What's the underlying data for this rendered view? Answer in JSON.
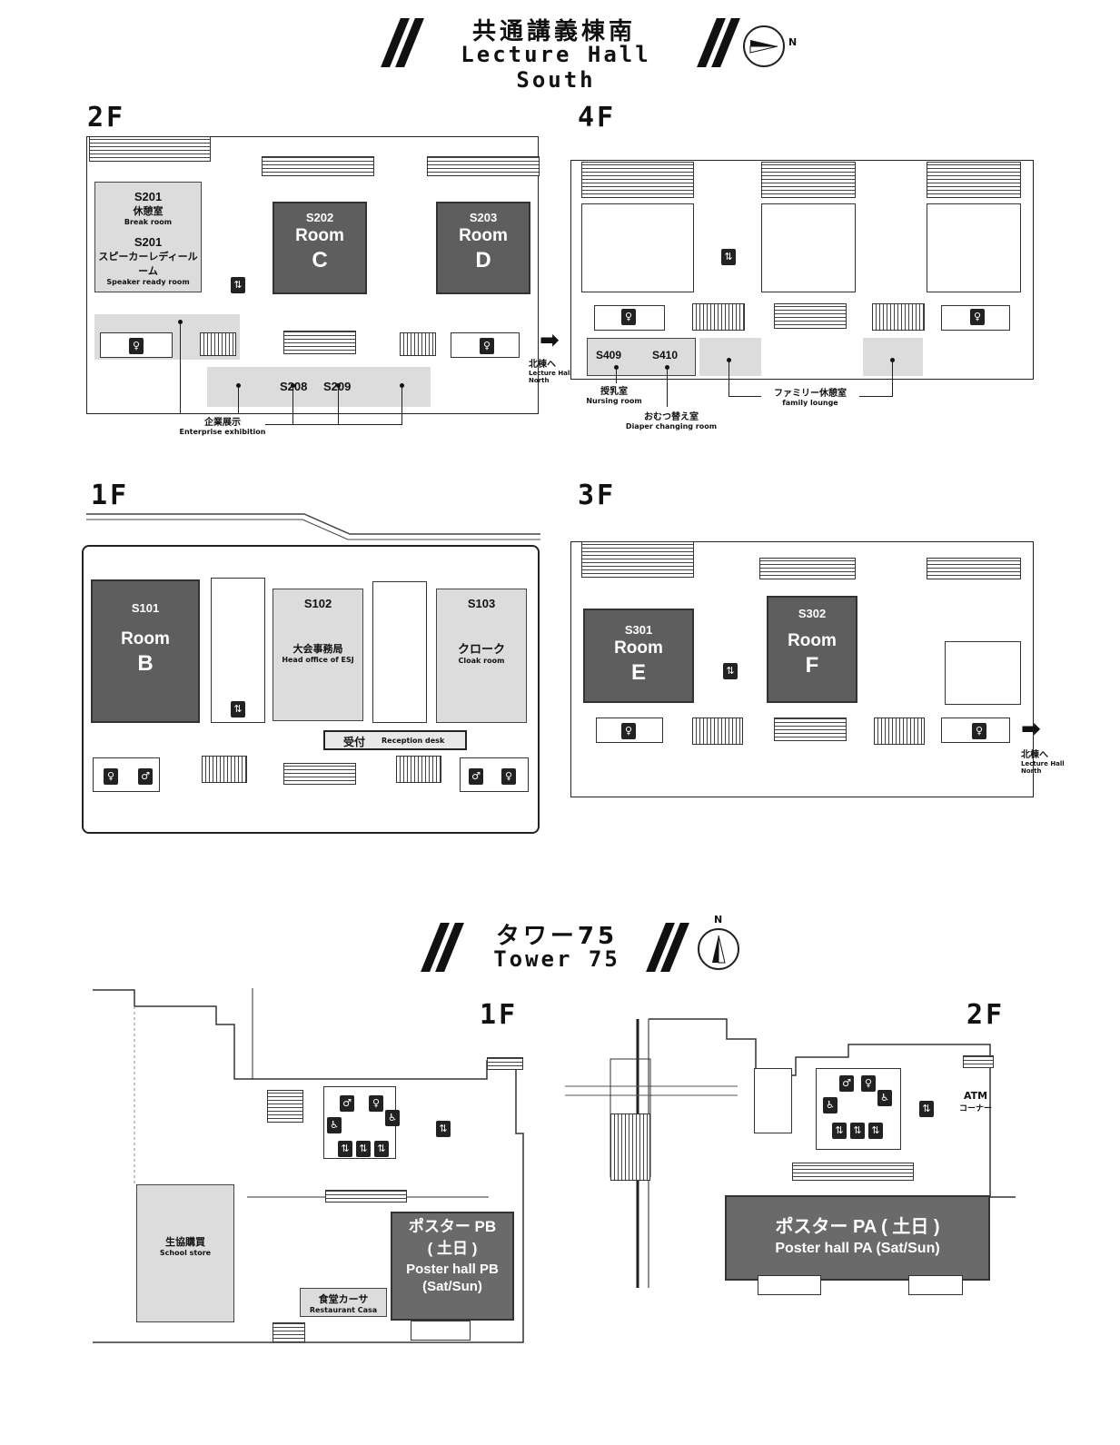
{
  "lecture_hall_south": {
    "title_jp": "共通講義棟南",
    "title_en": "Lecture Hall South",
    "compass_label": "N",
    "floors": {
      "f2": {
        "label": "2F",
        "s201_break": {
          "num": "S201",
          "jp": "休憩室",
          "en": "Break room"
        },
        "s201_speaker": {
          "num": "S201",
          "jp": "スピーカーレディールーム",
          "en": "Speaker ready room"
        },
        "s202": {
          "num": "S202",
          "name": "Room",
          "letter": "C"
        },
        "s203": {
          "num": "S203",
          "name": "Room",
          "letter": "D"
        },
        "s208": {
          "num": "S208"
        },
        "s209": {
          "num": "S209"
        },
        "exhibition": {
          "jp": "企業展示",
          "en": "Enterprise exhibition"
        },
        "to_north": {
          "jp": "北棟へ",
          "en1": "Lecture Hall",
          "en2": "North"
        }
      },
      "f4": {
        "label": "4F",
        "s409": {
          "num": "S409",
          "jp": "授乳室",
          "en": "Nursing room"
        },
        "s410": {
          "num": "S410",
          "jp": "おむつ替え室",
          "en": "Diaper changing room"
        },
        "family": {
          "jp": "ファミリー休憩室",
          "en": "family lounge"
        }
      },
      "f1": {
        "label": "1F",
        "s101": {
          "num": "S101",
          "name": "Room",
          "letter": "B"
        },
        "s102": {
          "num": "S102",
          "jp": "大会事務局",
          "en": "Head office of ESJ"
        },
        "s103": {
          "num": "S103",
          "jp": "クローク",
          "en": "Cloak room"
        },
        "reception": {
          "jp": "受付",
          "en": "Reception desk"
        }
      },
      "f3": {
        "label": "3F",
        "s301": {
          "num": "S301",
          "name": "Room",
          "letter": "E"
        },
        "s302": {
          "num": "S302",
          "name": "Room",
          "letter": "F"
        },
        "to_north": {
          "jp": "北棟へ",
          "en1": "Lecture Hall",
          "en2": "North"
        }
      }
    }
  },
  "tower75": {
    "title_jp": "タワー75",
    "title_en": "Tower 75",
    "compass_label": "N",
    "f1": {
      "label": "1F",
      "store": {
        "jp": "生協購買",
        "en": "School store"
      },
      "restaurant": {
        "jp": "食堂カーサ",
        "en": "Restaurant Casa"
      },
      "poster_pb": {
        "jp": "ポスター PB",
        "days_jp": "( 土日 )",
        "en": "Poster hall PB",
        "days_en": "(Sat/Sun)"
      }
    },
    "f2": {
      "label": "2F",
      "atm": {
        "en": "ATM",
        "jp": "コーナー"
      },
      "poster_pa": {
        "jp": "ポスター PA ( 土日 )",
        "en": "Poster hall PA (Sat/Sun)"
      }
    }
  },
  "colors": {
    "room_dark": "#5e5e5e",
    "room_light": "#dcdcdc",
    "poster": "#6a6a6a"
  }
}
